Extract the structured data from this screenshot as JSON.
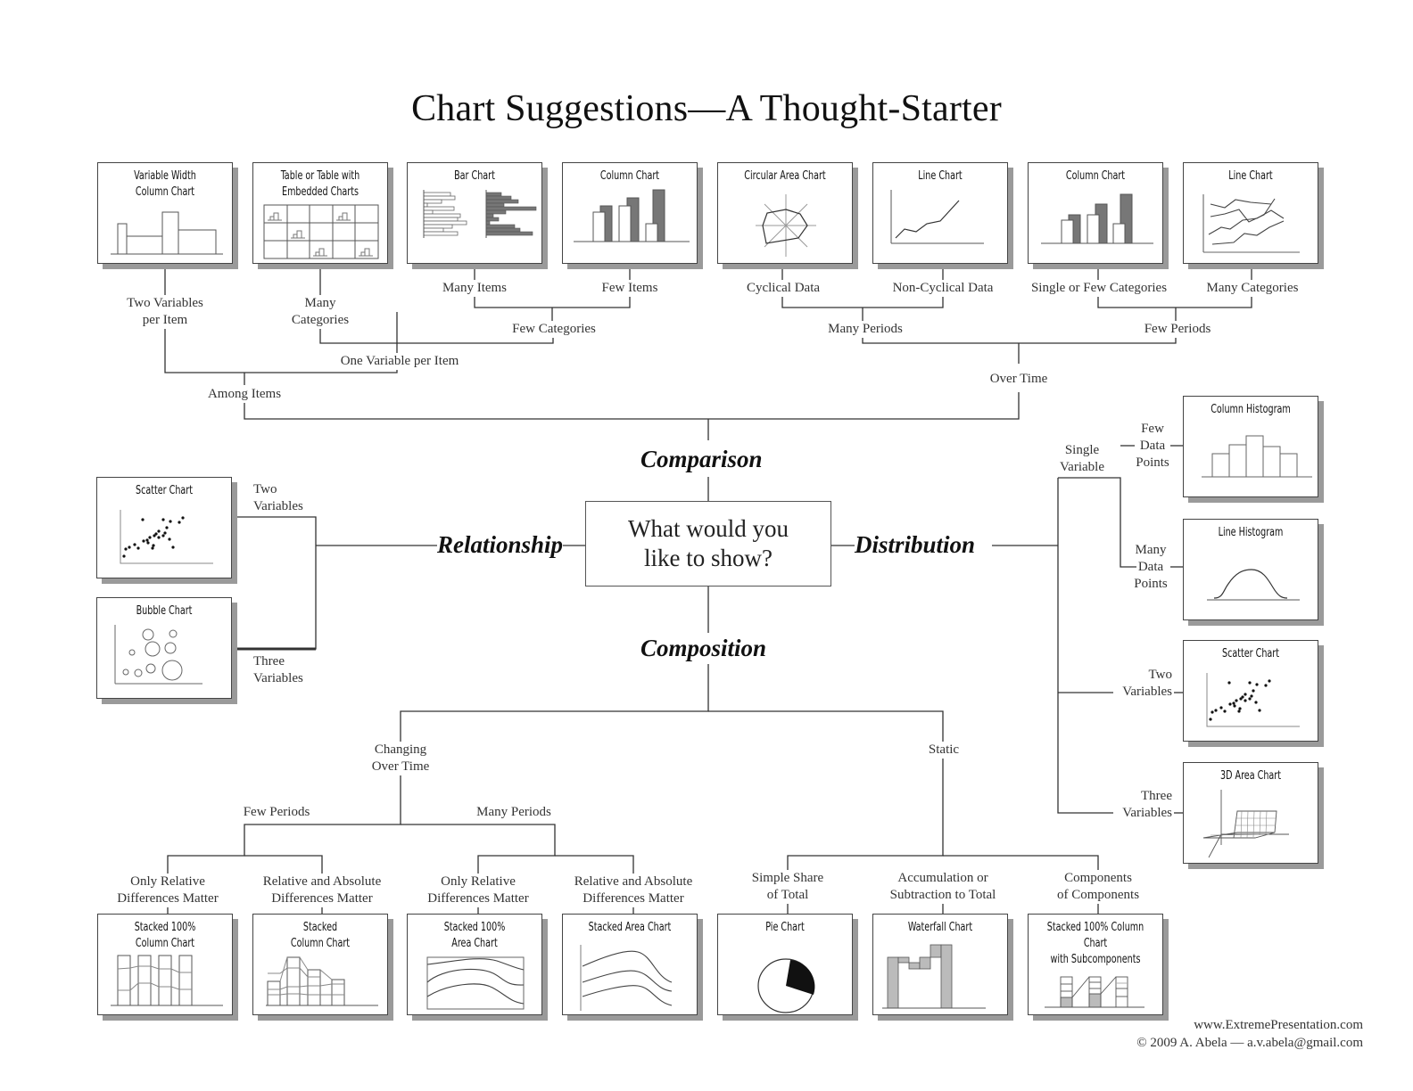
{
  "title": "Chart Suggestions—A Thought-Starter",
  "center_question": [
    "What would you",
    "like to show?"
  ],
  "categories": {
    "comparison": "Comparison",
    "relationship": "Relationship",
    "distribution": "Distribution",
    "composition": "Composition"
  },
  "comparison": {
    "cards": [
      {
        "title": [
          "Variable Width",
          "Column Chart"
        ],
        "icon": "variable-width-column-chart"
      },
      {
        "title": [
          "Table or Table with",
          "Embedded Charts"
        ],
        "icon": "table-with-embedded-charts"
      },
      {
        "title": [
          "Bar Chart"
        ],
        "icon": "bar-chart"
      },
      {
        "title": [
          "Column Chart"
        ],
        "icon": "column-chart"
      },
      {
        "title": [
          "Circular Area Chart"
        ],
        "icon": "circular-area-chart"
      },
      {
        "title": [
          "Line Chart"
        ],
        "icon": "line-chart"
      },
      {
        "title": [
          "Column Chart"
        ],
        "icon": "column-chart"
      },
      {
        "title": [
          "Line Chart"
        ],
        "icon": "multi-line-chart"
      }
    ],
    "labels": {
      "two_variables_per_item": [
        "Two Variables",
        "per Item"
      ],
      "many_categories": [
        "Many",
        "Categories"
      ],
      "many_items": "Many Items",
      "few_items": "Few Items",
      "few_categories": "Few Categories",
      "one_variable_per_item": "One Variable per Item",
      "among_items": "Among Items",
      "cyclical_data": "Cyclical Data",
      "non_cyclical_data": "Non-Cyclical Data",
      "single_or_few_categories": "Single or Few Categories",
      "many_categories_time": "Many Categories",
      "many_periods": "Many Periods",
      "few_periods": "Few Periods",
      "over_time": "Over Time"
    }
  },
  "relationship": {
    "cards": [
      {
        "title": [
          "Scatter Chart"
        ],
        "icon": "scatter-chart"
      },
      {
        "title": [
          "Bubble Chart"
        ],
        "icon": "bubble-chart"
      }
    ],
    "labels": {
      "two_variables": [
        "Two",
        "Variables"
      ],
      "three_variables": [
        "Three",
        "Variables"
      ]
    }
  },
  "distribution": {
    "cards": [
      {
        "title": [
          "Column Histogram"
        ],
        "icon": "column-histogram"
      },
      {
        "title": [
          "Line Histogram"
        ],
        "icon": "line-histogram"
      },
      {
        "title": [
          "Scatter Chart"
        ],
        "icon": "scatter-chart"
      },
      {
        "title": [
          "3D Area Chart"
        ],
        "icon": "3d-area-chart"
      }
    ],
    "labels": {
      "single_variable": [
        "Single",
        "Variable"
      ],
      "few_data_points": [
        "Few",
        "Data",
        "Points"
      ],
      "many_data_points": [
        "Many",
        "Data",
        "Points"
      ],
      "two_variables": [
        "Two",
        "Variables"
      ],
      "three_variables": [
        "Three",
        "Variables"
      ]
    }
  },
  "composition": {
    "cards": [
      {
        "title": [
          "Stacked 100%",
          "Column Chart"
        ],
        "icon": "stacked-100-column-chart"
      },
      {
        "title": [
          "Stacked",
          "Column Chart"
        ],
        "icon": "stacked-column-chart"
      },
      {
        "title": [
          "Stacked 100%",
          "Area Chart"
        ],
        "icon": "stacked-100-area-chart"
      },
      {
        "title": [
          "Stacked Area Chart"
        ],
        "icon": "stacked-area-chart"
      },
      {
        "title": [
          "Pie Chart"
        ],
        "icon": "pie-chart"
      },
      {
        "title": [
          "Waterfall Chart"
        ],
        "icon": "waterfall-chart"
      },
      {
        "title": [
          "Stacked 100% Column Chart",
          "with Subcomponents"
        ],
        "icon": "stacked-100-column-subcomponents"
      }
    ],
    "labels": {
      "changing_over_time": [
        "Changing",
        "Over Time"
      ],
      "static": "Static",
      "few_periods": "Few Periods",
      "many_periods": "Many Periods",
      "only_relative_1": [
        "Only Relative",
        "Differences Matter"
      ],
      "rel_abs_1": [
        "Relative and Absolute",
        "Differences Matter"
      ],
      "only_relative_2": [
        "Only Relative",
        "Differences Matter"
      ],
      "rel_abs_2": [
        "Relative and Absolute",
        "Differences Matter"
      ],
      "simple_share": [
        "Simple Share",
        "of Total"
      ],
      "accumulation": [
        "Accumulation or",
        "Subtraction to Total"
      ],
      "components": [
        "Components",
        "of Components"
      ]
    }
  },
  "footer": {
    "website": "www.ExtremePresentation.com",
    "copyright": "© 2009  A. Abela — a.v.abela@gmail.com"
  }
}
